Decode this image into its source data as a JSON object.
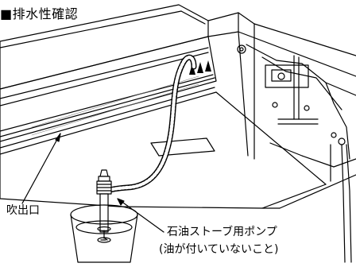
{
  "figure": {
    "title": "■排水性確認",
    "labels": {
      "outlet": "吹出口",
      "pump_line1": "石油ストーブ用ポンプ",
      "pump_line2": "(油が付いていないこと)"
    }
  },
  "colors": {
    "line": "#000000",
    "background": "#ffffff",
    "accent": "#7a7a7a"
  }
}
